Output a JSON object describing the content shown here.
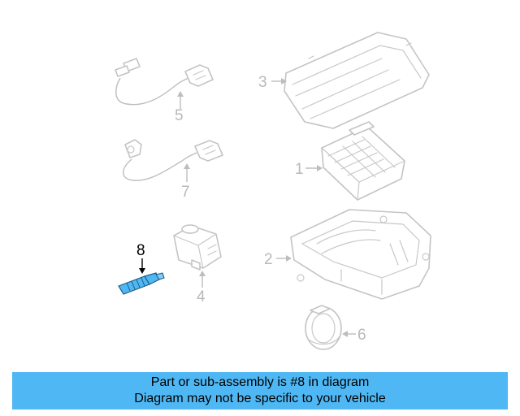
{
  "diagram": {
    "callouts": [
      "1",
      "2",
      "3",
      "4",
      "5",
      "6",
      "7",
      "8"
    ],
    "highlighted_callout": "8",
    "colors": {
      "part_outline": "#c4c4c4",
      "highlight_part": "#4fb8f4",
      "banner_background": "#4fb8f4"
    }
  },
  "banner": {
    "line1": "Part or sub-assembly is #8 in diagram",
    "line2": "Diagram may not be specific to your vehicle"
  }
}
